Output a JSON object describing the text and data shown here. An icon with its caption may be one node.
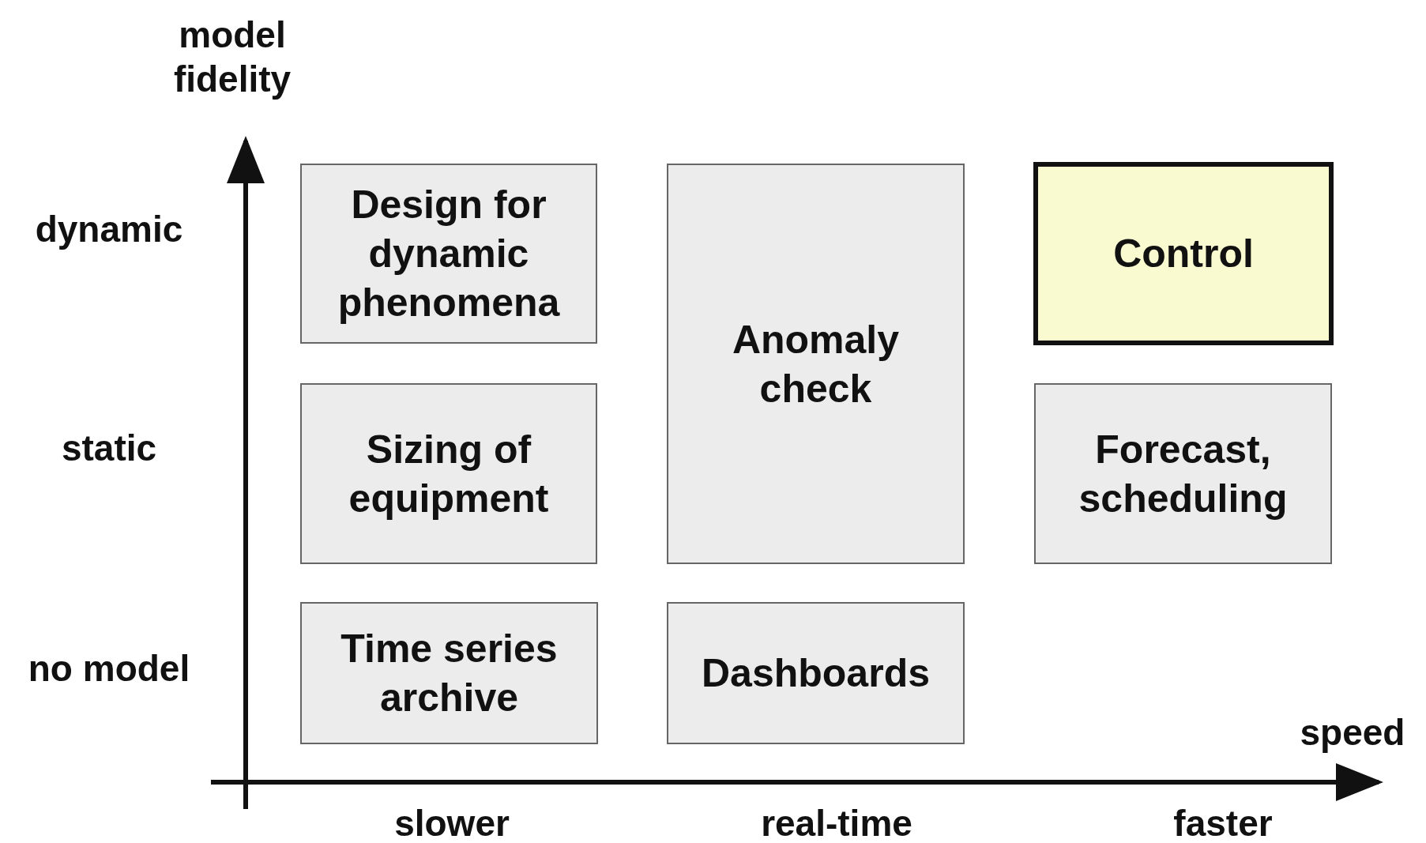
{
  "diagram": {
    "nodes": [
      {
        "text": [
          "Design for dynamic phenomena"
        ]
      },
      {
        "text": [
          "Anomaly check"
        ]
      },
      {
        "text": [
          "Control"
        ]
      },
      {
        "text": [
          "Sizing of equipment"
        ]
      },
      {
        "text": [
          "Forecast, scheduling"
        ]
      },
      {
        "text": [
          "Time series archive"
        ]
      },
      {
        "text": [
          "Dashboards"
        ]
      }
    ],
    "labels": [
      "model fidelity",
      "dynamic",
      "static",
      "no model",
      "speed",
      "slower",
      "real-time",
      "faster"
    ]
  }
}
